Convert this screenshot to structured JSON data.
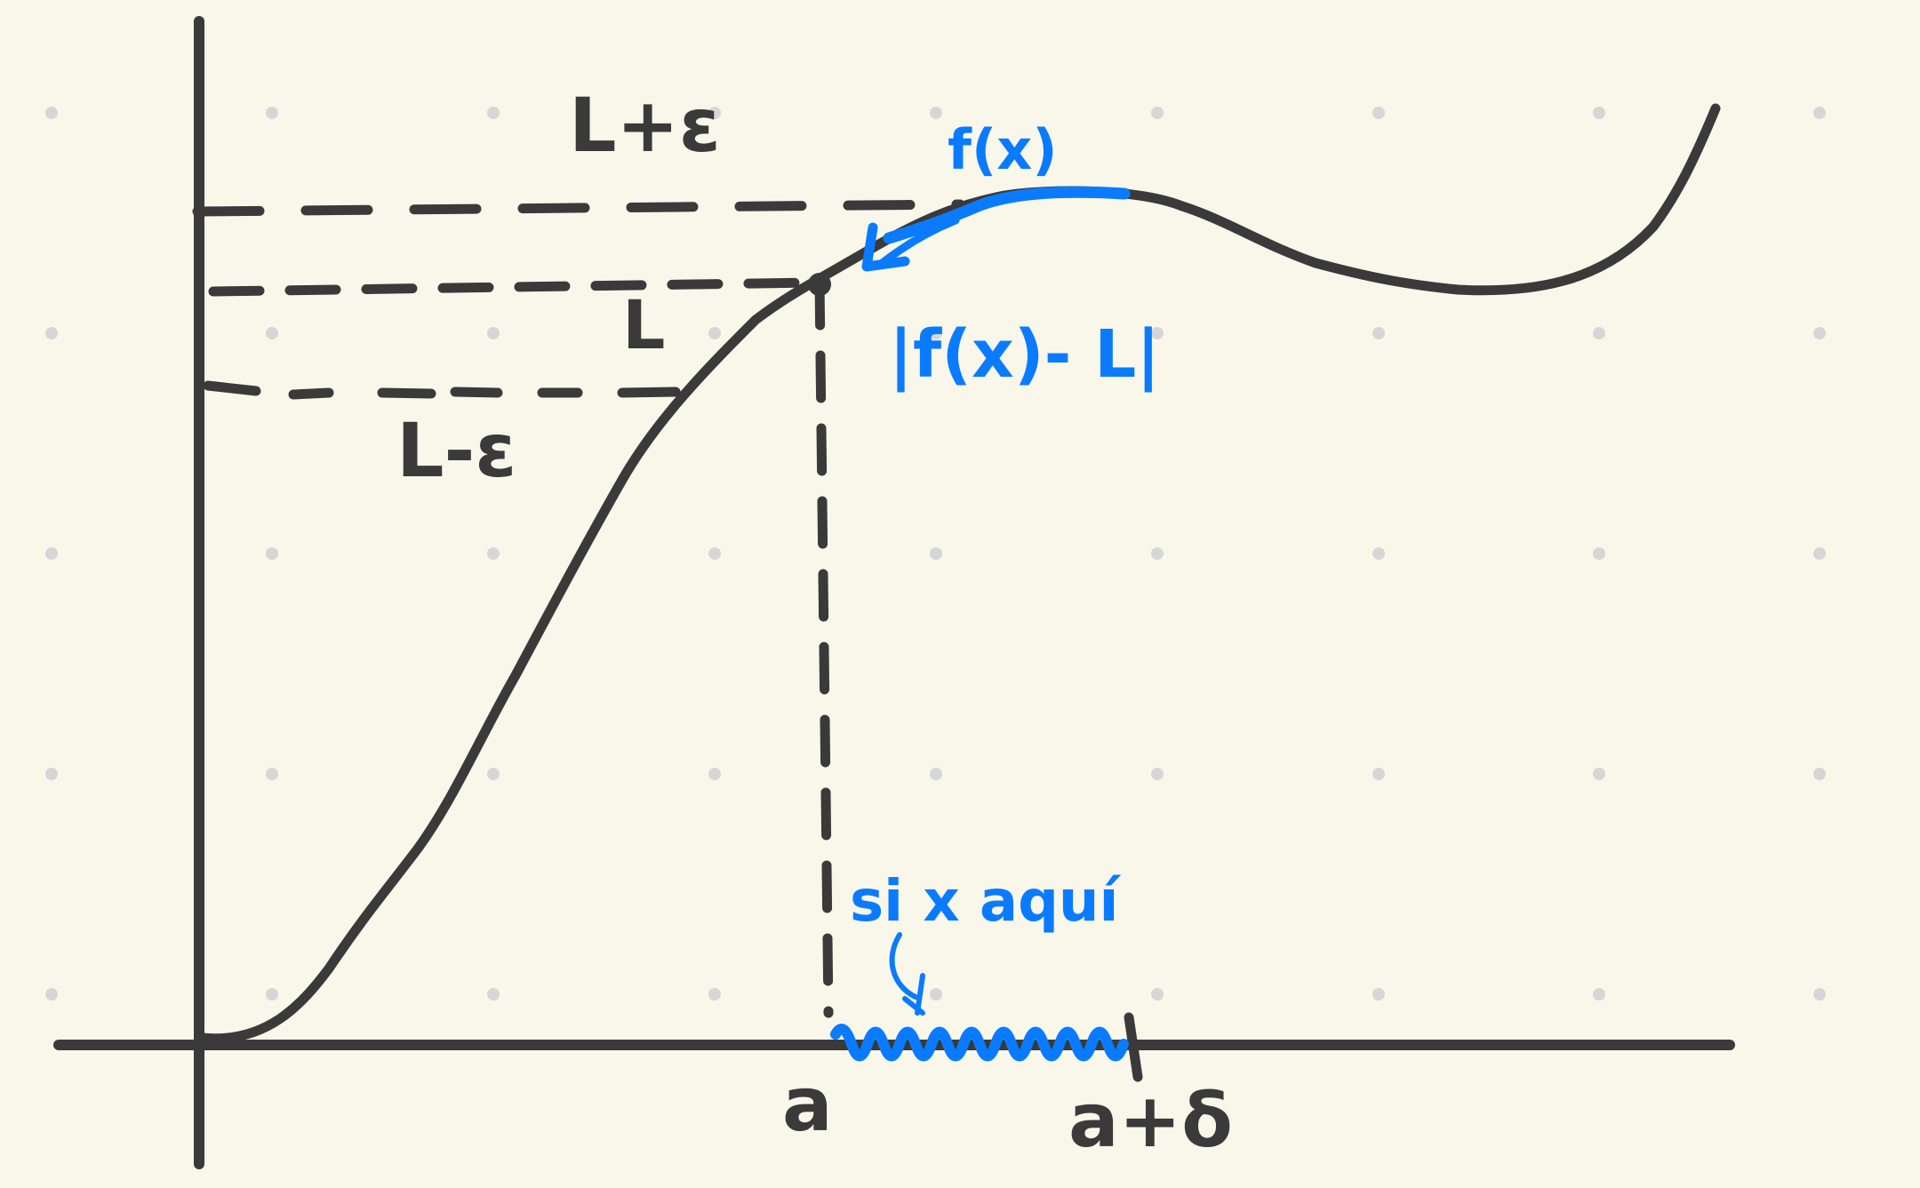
{
  "labels": {
    "upper_bound": "L+ε",
    "limit": "L",
    "lower_bound": "L-ε",
    "function": "f(x)",
    "distance": "|f(x)- L|",
    "condition": "si x aquí",
    "point_a": "a",
    "point_a_delta": "a+δ"
  },
  "colors": {
    "background": "#f9f7ea",
    "ink": "#3a3a3a",
    "highlight": "#0a7bff",
    "dot_grid": "#d6d6d6"
  }
}
